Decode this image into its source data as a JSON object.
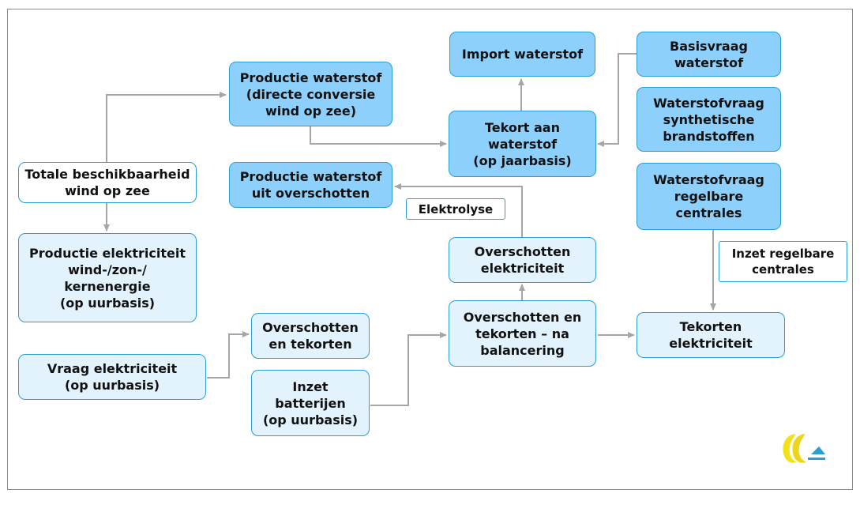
{
  "nodes": {
    "import_waterstof": "Import waterstof",
    "basisvraag_waterstof": "Basisvraag\nwaterstof",
    "productie_waterstof_direct": "Productie waterstof\n(directe conversie\nwind op zee)",
    "waterstofvraag_synthetisch": "Waterstofvraag\nsynthetische\nbrandstoffen",
    "tekort_waterstof": "Tekort aan\nwaterstof\n(op jaarbasis)",
    "totale_beschikbaarheid": "Totale beschikbaarheid\nwind op zee",
    "productie_waterstof_overschotten": "Productie waterstof\nuit overschotten",
    "waterstofvraag_regelbaar": "Waterstofvraag\nregelbare\ncentrales",
    "productie_elektriciteit": "Productie elektriciteit\nwind-/zon-/\nkernenergie\n(op uurbasis)",
    "overschotten_elektriciteit": "Overschotten\nelektriciteit",
    "overschotten_tekorten_balancering": "Overschotten en\ntekorten – na\nbalancering",
    "overschotten_en_tekorten": "Overschotten\nen tekorten",
    "tekorten_elektriciteit": "Tekorten\nelektriciteit",
    "vraag_elektriciteit": "Vraag elektriciteit\n(op uurbasis)",
    "inzet_batterijen": "Inzet\nbatterijen\n(op uurbasis)"
  },
  "labels": {
    "elektrolyse": "Elektrolyse",
    "inzet_regelbare_centrales": "Inzet regelbare\ncentrales"
  },
  "colors": {
    "dark_fill": "#8dd0fb",
    "light_fill": "#e3f3fd",
    "border": "#2a9fd0",
    "arrow": "#a6a6a6"
  },
  "logo": {
    "name": "organization-logo"
  }
}
